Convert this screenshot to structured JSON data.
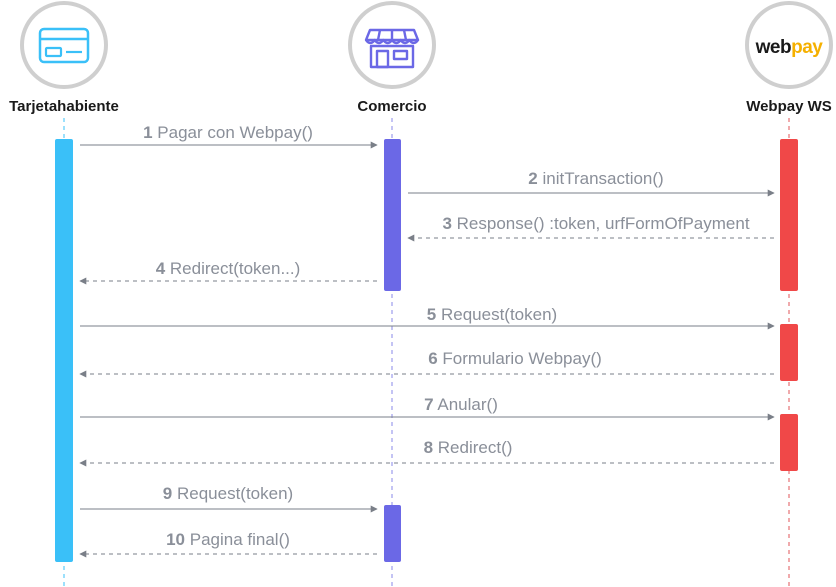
{
  "actors": [
    {
      "id": "cardholder",
      "label": "Tarjetahabiente",
      "icon": "credit-card-icon",
      "color": "#3ac0f8"
    },
    {
      "id": "merchant",
      "label": "Comercio",
      "icon": "storefront-icon",
      "color": "#6b68e6"
    },
    {
      "id": "webpay",
      "label": "Webpay WS",
      "icon": "webpay-logo",
      "color": "#f04848"
    }
  ],
  "messages": [
    {
      "num": "1",
      "text": "Pagar con Webpay()",
      "from": "cardholder",
      "to": "merchant",
      "dashed": false
    },
    {
      "num": "2",
      "text": "initTransaction()",
      "from": "merchant",
      "to": "webpay",
      "dashed": false
    },
    {
      "num": "3",
      "text": "Response() :token, urfFormOfPayment",
      "from": "webpay",
      "to": "merchant",
      "dashed": true
    },
    {
      "num": "4",
      "text": "Redirect(token...)",
      "from": "merchant",
      "to": "cardholder",
      "dashed": true
    },
    {
      "num": "5",
      "text": "Request(token)",
      "from": "cardholder",
      "to": "webpay",
      "dashed": false
    },
    {
      "num": "6",
      "text": "Formulario Webpay()",
      "from": "webpay",
      "to": "cardholder",
      "dashed": true
    },
    {
      "num": "7",
      "text": "Anular()",
      "from": "cardholder",
      "to": "webpay",
      "dashed": false
    },
    {
      "num": "8",
      "text": "Redirect()",
      "from": "webpay",
      "to": "cardholder",
      "dashed": true
    },
    {
      "num": "9",
      "text": "Request(token)",
      "from": "cardholder",
      "to": "merchant",
      "dashed": false
    },
    {
      "num": "10",
      "text": "Pagina final()",
      "from": "merchant",
      "to": "cardholder",
      "dashed": true
    }
  ],
  "logo": {
    "part1": "web",
    "part2": "pay",
    "part1_color": "#1a1a1a",
    "part2_color": "#f5b000"
  },
  "colors": {
    "message_text": "#8a8f99",
    "arrow": "#7a7f88",
    "lifeline": "#e0555a",
    "circle": "#c8c8c8"
  }
}
